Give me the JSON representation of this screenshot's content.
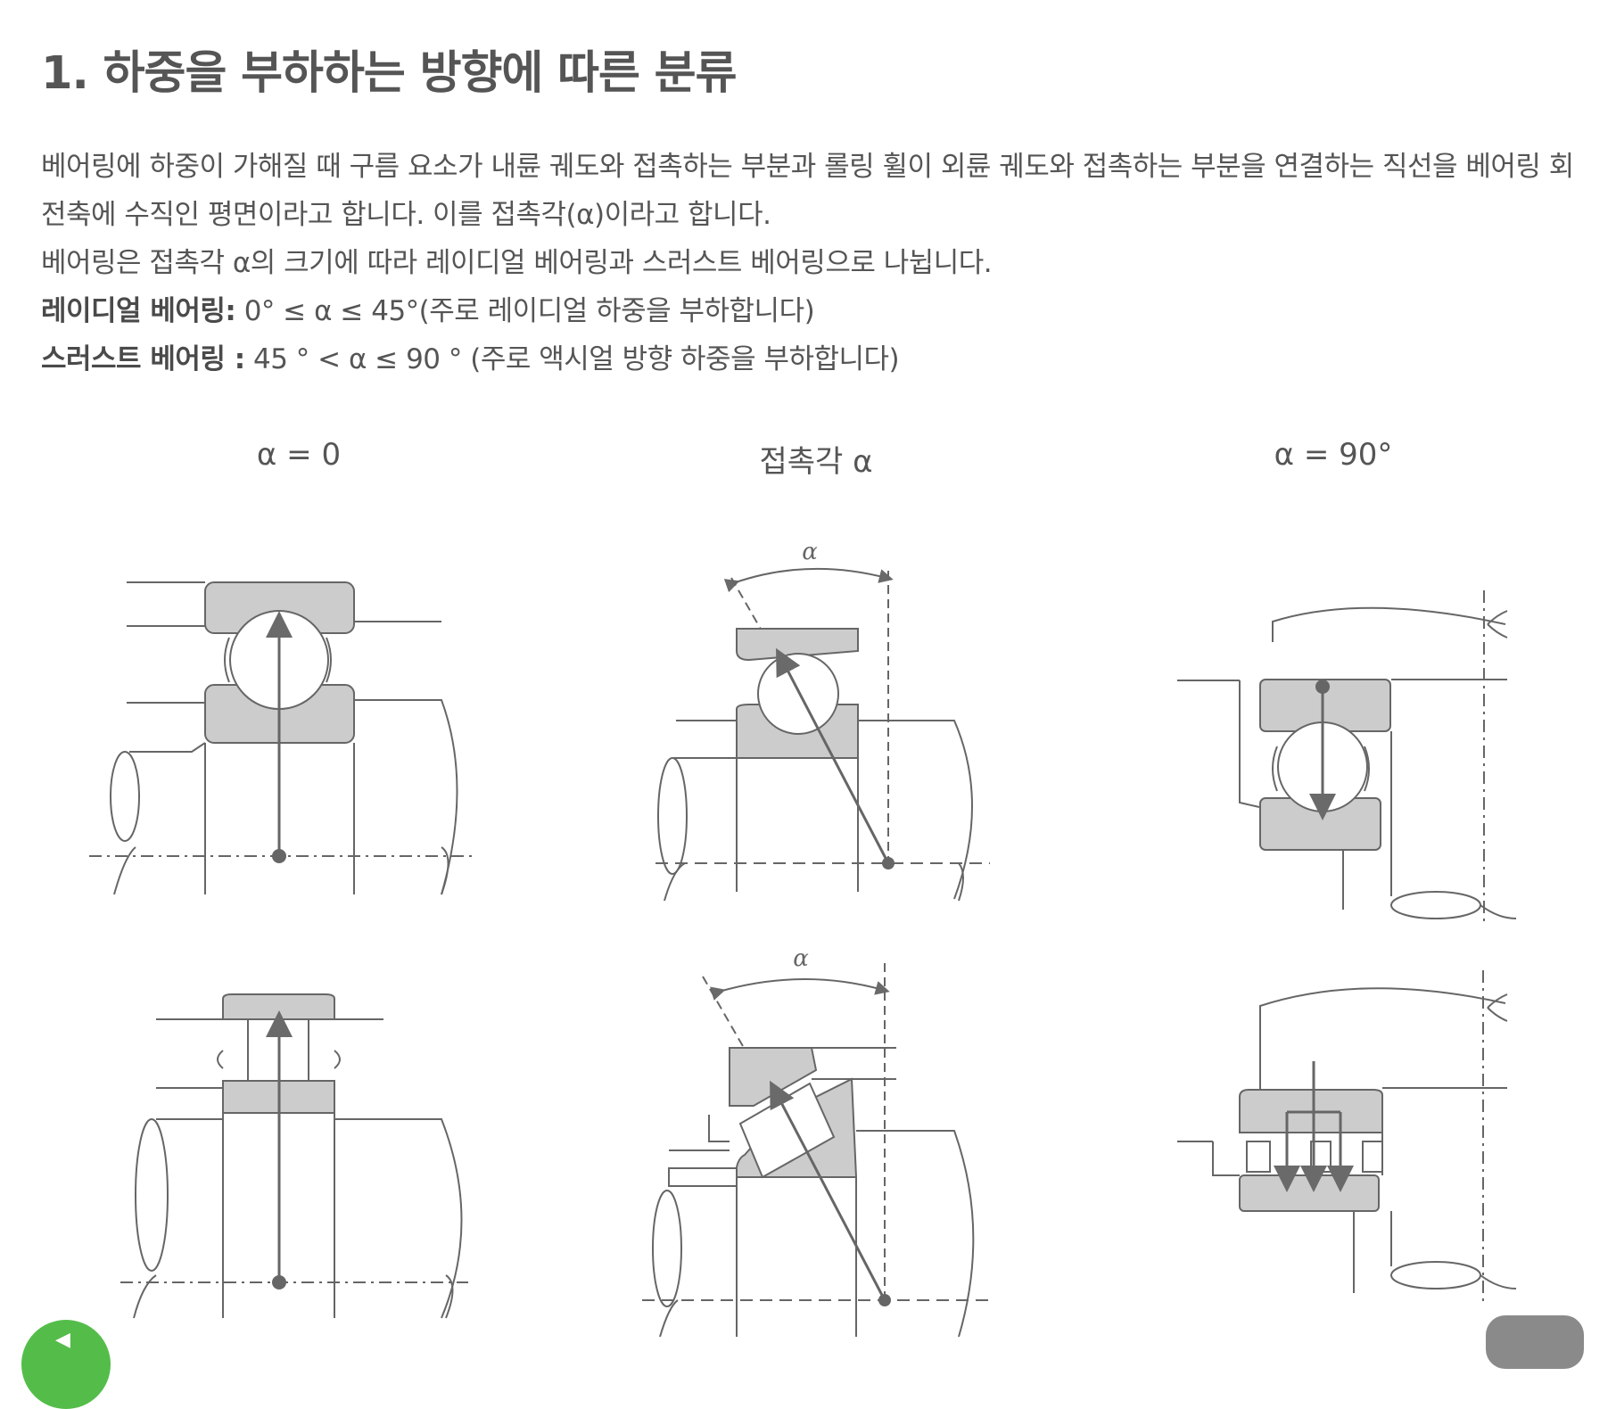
{
  "heading": "1. 하중을 부하하는 방향에 따른 분류",
  "paragraphs": {
    "p1": "베어링에 하중이 가해질 때 구름 요소가 내륜 궤도와 접촉하는 부분과 롤링 휠이 외륜 궤도와 접촉하는 부분을 연결하는 직선을 베어링 회전축에 수직인 평면이라고 합니다. 이를 접촉각(α)이라고 합니다.",
    "p2": "베어링은 접촉각 α의 크기에 따라 레이디얼 베어링과 스러스트 베어링으로 나뉩니다.",
    "radial_label": "레이디얼 베어링:",
    "radial_text": " 0° ≤ α ≤ 45°(주로 레이디얼 하중을 부하합니다)",
    "thrust_label": "스러스트 베어링 :",
    "thrust_text": " 45 ° < α ≤ 90 ° (주로 액시얼 방향 하중을 부하합니다)"
  },
  "columns": {
    "left": "α = 0",
    "middle": "접촉각 α",
    "right": "α = 90°"
  },
  "diagram_labels": {
    "alpha_top": "α",
    "alpha_bottom": "α"
  },
  "colors": {
    "text": "#555555",
    "line": "#666666",
    "fill": "#cccccc",
    "accent_green": "#54bd4a",
    "button_gray": "#8a8a8a"
  },
  "icons": {
    "left_fab": "chat-bubble-icon",
    "right_fab": "scroll-top-icon"
  }
}
